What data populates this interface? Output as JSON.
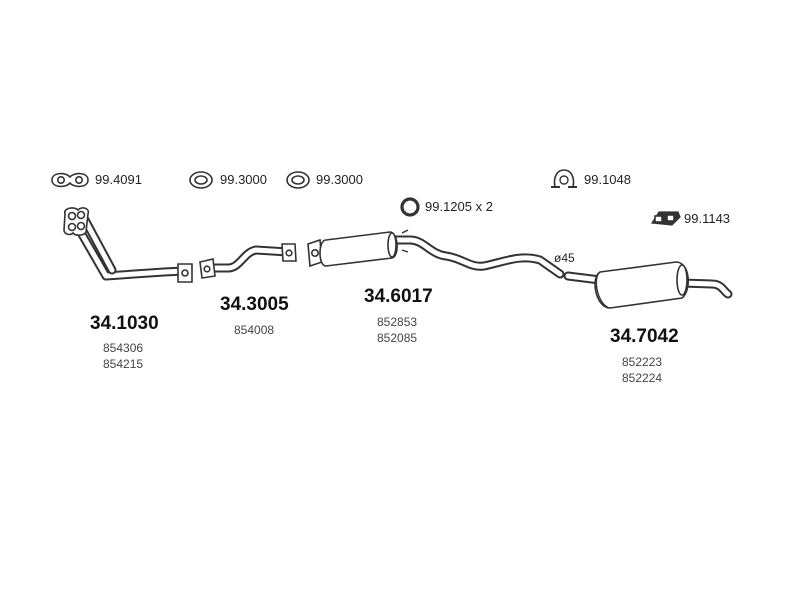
{
  "accessories": {
    "a1": {
      "code": "99.4091",
      "icon": "double-ring-gasket-icon"
    },
    "a2": {
      "code": "99.3000",
      "icon": "ring-gasket-icon"
    },
    "a3": {
      "code": "99.3000",
      "icon": "ring-gasket-icon"
    },
    "a4": {
      "code": "99.1205 x 2",
      "icon": "ring-icon"
    },
    "a5": {
      "code": "99.1048",
      "icon": "clamp-icon"
    },
    "a6": {
      "code": "99.1143",
      "icon": "rubber-mount-icon"
    }
  },
  "parts": {
    "p1": {
      "number": "34.1030",
      "oe": [
        "854306",
        "854215"
      ]
    },
    "p2": {
      "number": "34.3005",
      "oe": [
        "854008"
      ]
    },
    "p3": {
      "number": "34.6017",
      "oe": [
        "852853",
        "852085"
      ]
    },
    "p4": {
      "number": "34.7042",
      "oe": [
        "852223",
        "852224"
      ]
    }
  },
  "annotations": {
    "diameter": "ø45"
  }
}
